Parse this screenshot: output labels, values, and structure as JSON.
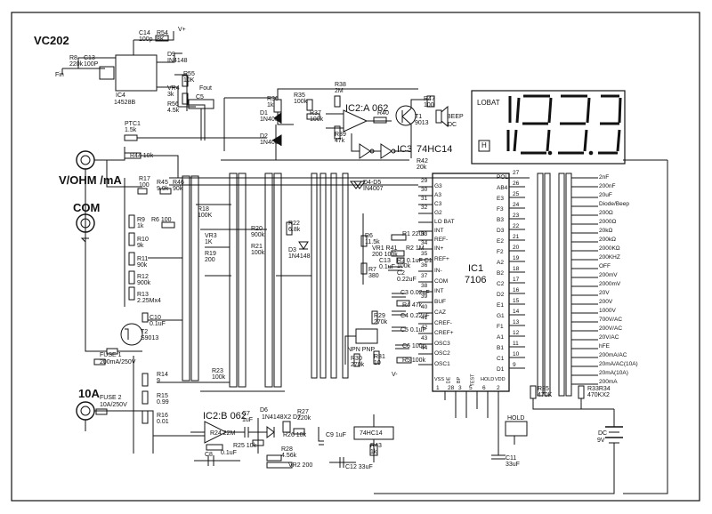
{
  "title": "VC202",
  "inputs": {
    "vohm": "V/OHM /mA",
    "com": "COM",
    "ten_a": "10A"
  },
  "fuses": {
    "fuse1": "FUSE 1",
    "fuse1_val": "200mA/250V",
    "fuse2": "FUSE 2",
    "fuse2_val": "10A/250V"
  },
  "ics": {
    "ic1": "IC1",
    "ic1_part": "7106",
    "ic2a": "IC2:A 062",
    "ic2b": "IC2:B 062",
    "ic3": "IC3",
    "ic3_part": "74HC14",
    "ic4": "IC4",
    "ic4_part": "14528B",
    "hc14_box": "74HC14"
  },
  "display": {
    "lobat": "LOBAT",
    "h_symbol": "H",
    "beep": "BEEP",
    "beep_dc": "DC",
    "hold": "HOLD",
    "dc_label": "DC",
    "dc_volt": "9V"
  },
  "ic1_left_pins": [
    {
      "name": "G3",
      "num": "29"
    },
    {
      "name": "A3",
      "num": "30"
    },
    {
      "name": "C3",
      "num": "31"
    },
    {
      "name": "G2",
      "num": "32"
    },
    {
      "name": "LO BAT",
      "num": ""
    },
    {
      "name": "INT",
      "num": ""
    },
    {
      "name": "REF-",
      "num": "33"
    },
    {
      "name": "IN+",
      "num": "34"
    },
    {
      "name": "REF+",
      "num": "35"
    },
    {
      "name": "IN-",
      "num": "36"
    },
    {
      "name": "COM",
      "num": "37"
    },
    {
      "name": "INT",
      "num": "38"
    },
    {
      "name": "BUF",
      "num": "39"
    },
    {
      "name": "CAZ",
      "num": "40"
    },
    {
      "name": "CREF-",
      "num": "41"
    },
    {
      "name": "CREF+",
      "num": "42"
    },
    {
      "name": "OSC3",
      "num": "43"
    },
    {
      "name": "OSC2",
      "num": "44"
    },
    {
      "name": "OSC1",
      "num": ""
    }
  ],
  "ic1_right_pins": [
    {
      "name": "POL",
      "num": "27"
    },
    {
      "name": "AB4",
      "num": "26"
    },
    {
      "name": "E3",
      "num": "25"
    },
    {
      "name": "F3",
      "num": "24"
    },
    {
      "name": "B3",
      "num": "23"
    },
    {
      "name": "D3",
      "num": "22"
    },
    {
      "name": "E2",
      "num": "21"
    },
    {
      "name": "F2",
      "num": "20"
    },
    {
      "name": "A2",
      "num": "19"
    },
    {
      "name": "B2",
      "num": "18"
    },
    {
      "name": "C2",
      "num": "17"
    },
    {
      "name": "D2",
      "num": "16"
    },
    {
      "name": "E1",
      "num": "15"
    },
    {
      "name": "G1",
      "num": "14"
    },
    {
      "name": "F1",
      "num": "13"
    },
    {
      "name": "A1",
      "num": "12"
    },
    {
      "name": "B1",
      "num": "11"
    },
    {
      "name": "C1",
      "num": "10"
    },
    {
      "name": "D1",
      "num": "9"
    }
  ],
  "ic1_bottom": [
    "VSS",
    "DE",
    "BP",
    "TEST",
    "HOLD",
    "VDD"
  ],
  "ic1_bottom_nums": [
    "1",
    "28",
    "3",
    "5",
    "6",
    "2"
  ],
  "ranges": [
    "2nF",
    "200nF",
    "20uF",
    "Diode/Beep",
    "200Ω",
    "2000Ω",
    "20kΩ",
    "200kΩ",
    "2000KΩ",
    "200KHZ",
    "OFF",
    "200mV",
    "2000mV",
    "20V",
    "200V",
    "1000V",
    "700V/AC",
    "200V/AC",
    "20V/AC",
    "hFE",
    "200mA/AC",
    "20mA/AC(10A)",
    "20mA(10A)",
    "200mA"
  ],
  "parts": [
    {
      "id": "r8",
      "text": "R8\n220k"
    },
    {
      "id": "c13",
      "text": "C13\n100P"
    },
    {
      "id": "fin",
      "text": "Fin"
    },
    {
      "id": "c14",
      "text": "C14\n100p"
    },
    {
      "id": "r54",
      "text": "R54\n8K"
    },
    {
      "id": "d9",
      "text": "D9\nIN4148"
    },
    {
      "id": "r55",
      "text": "R55\n10K"
    },
    {
      "id": "vr4",
      "text": "VR4\n3k"
    },
    {
      "id": "r56",
      "text": "R56\n4.5k"
    },
    {
      "id": "fout",
      "text": "Fout"
    },
    {
      "id": "c5",
      "text": "C5"
    },
    {
      "id": "r36",
      "text": "R36\n1k"
    },
    {
      "id": "r35",
      "text": "R35\n100k"
    },
    {
      "id": "r37",
      "text": "R37\n100k"
    },
    {
      "id": "r38",
      "text": "R38\n2M"
    },
    {
      "id": "r39",
      "text": "R39\n47k"
    },
    {
      "id": "r40",
      "text": "R40"
    },
    {
      "id": "r47",
      "text": "R47\n100"
    },
    {
      "id": "t1",
      "text": "T1\n9013"
    },
    {
      "id": "d1",
      "text": "D1\n1N4007"
    },
    {
      "id": "d2",
      "text": "D2\n1N4007"
    },
    {
      "id": "ptc1",
      "text": "PTC1\n1.5k"
    },
    {
      "id": "r44",
      "text": "R44  10k"
    },
    {
      "id": "r42",
      "text": "R42\n20k"
    },
    {
      "id": "r17",
      "text": "R17\n100"
    },
    {
      "id": "r45",
      "text": "R45\n9.9k"
    },
    {
      "id": "r46",
      "text": "R46\n90k"
    },
    {
      "id": "r18",
      "text": "R18\n100K"
    },
    {
      "id": "vr3",
      "text": "VR3\n1K"
    },
    {
      "id": "r19",
      "text": "R19\n200"
    },
    {
      "id": "r20",
      "text": "R20\n900k"
    },
    {
      "id": "r21",
      "text": "R21\n100k"
    },
    {
      "id": "r22",
      "text": "R22\n6.8k"
    },
    {
      "id": "d3",
      "text": "D3\n1N4148"
    },
    {
      "id": "d45",
      "text": "D4-D5\nIN4007"
    },
    {
      "id": "r6",
      "text": "R6\n11.5k"
    },
    {
      "id": "vr1",
      "text": "VR1  R41\n200  100k"
    },
    {
      "id": "r7",
      "text": "R7\n380"
    },
    {
      "id": "c13b",
      "text": "C13\n0.1uF"
    },
    {
      "id": "r1",
      "text": "R1  220k"
    },
    {
      "id": "r2",
      "text": "R2  1M"
    },
    {
      "id": "r3",
      "text": "R3  0.1uF C1"
    },
    {
      "id": "c2",
      "text": "C2\n0.22uF"
    },
    {
      "id": "r8b",
      "text": "100k"
    },
    {
      "id": "r9",
      "text": "R9\n1k"
    },
    {
      "id": "r10",
      "text": "R10\n9k"
    },
    {
      "id": "r11",
      "text": "R11\n90k"
    },
    {
      "id": "r12",
      "text": "R12\n900k"
    },
    {
      "id": "r13",
      "text": "R13\n2.25Mx4"
    },
    {
      "id": "c10",
      "text": "C10\n0.1uF"
    },
    {
      "id": "t2",
      "text": "T2\nS9013"
    },
    {
      "id": "r6b",
      "text": "R6  100"
    },
    {
      "id": "c3",
      "text": "C3  0.02uF"
    },
    {
      "id": "r4",
      "text": "R4  47k"
    },
    {
      "id": "c4",
      "text": "C4  0.22uF"
    },
    {
      "id": "c5b",
      "text": "C5  0.1uF"
    },
    {
      "id": "c6",
      "text": "C6  100p"
    },
    {
      "id": "r5",
      "text": "R5  100k"
    },
    {
      "id": "r29",
      "text": "R29\n270k"
    },
    {
      "id": "r30",
      "text": "R30\n270k"
    },
    {
      "id": "r31",
      "text": "R31\n10"
    },
    {
      "id": "npn",
      "text": "NPN PNP"
    },
    {
      "id": "r14",
      "text": "R14\n9"
    },
    {
      "id": "r15",
      "text": "R15\n0.99"
    },
    {
      "id": "r16",
      "text": "R16\n0.01"
    },
    {
      "id": "r23",
      "text": "R23\n100k"
    },
    {
      "id": "r24",
      "text": "R24 22M"
    },
    {
      "id": "c7",
      "text": "C7\n1uF"
    },
    {
      "id": "d6",
      "text": "D6"
    },
    {
      "id": "d7",
      "text": "1N4148X2   D7"
    },
    {
      "id": "r27",
      "text": "R27\n220k"
    },
    {
      "id": "r26",
      "text": "R26 10k"
    },
    {
      "id": "r25",
      "text": "R25 10k"
    },
    {
      "id": "c8",
      "text": "C8"
    },
    {
      "id": "c8v",
      "text": "0.1uF"
    },
    {
      "id": "r28",
      "text": "R28\n4.56k"
    },
    {
      "id": "vr2",
      "text": "VR2 200"
    },
    {
      "id": "c9",
      "text": "C9  1uF"
    },
    {
      "id": "c12",
      "text": "C12  33uF"
    },
    {
      "id": "r43",
      "text": "R43\n1k"
    },
    {
      "id": "c11",
      "text": "C11\n33uF"
    },
    {
      "id": "r35b",
      "text": "R35\n470K"
    },
    {
      "id": "r3334",
      "text": "R33R34\n470KX2"
    },
    {
      "id": "vplus",
      "text": "V+"
    },
    {
      "id": "vminus",
      "text": "V-"
    }
  ]
}
